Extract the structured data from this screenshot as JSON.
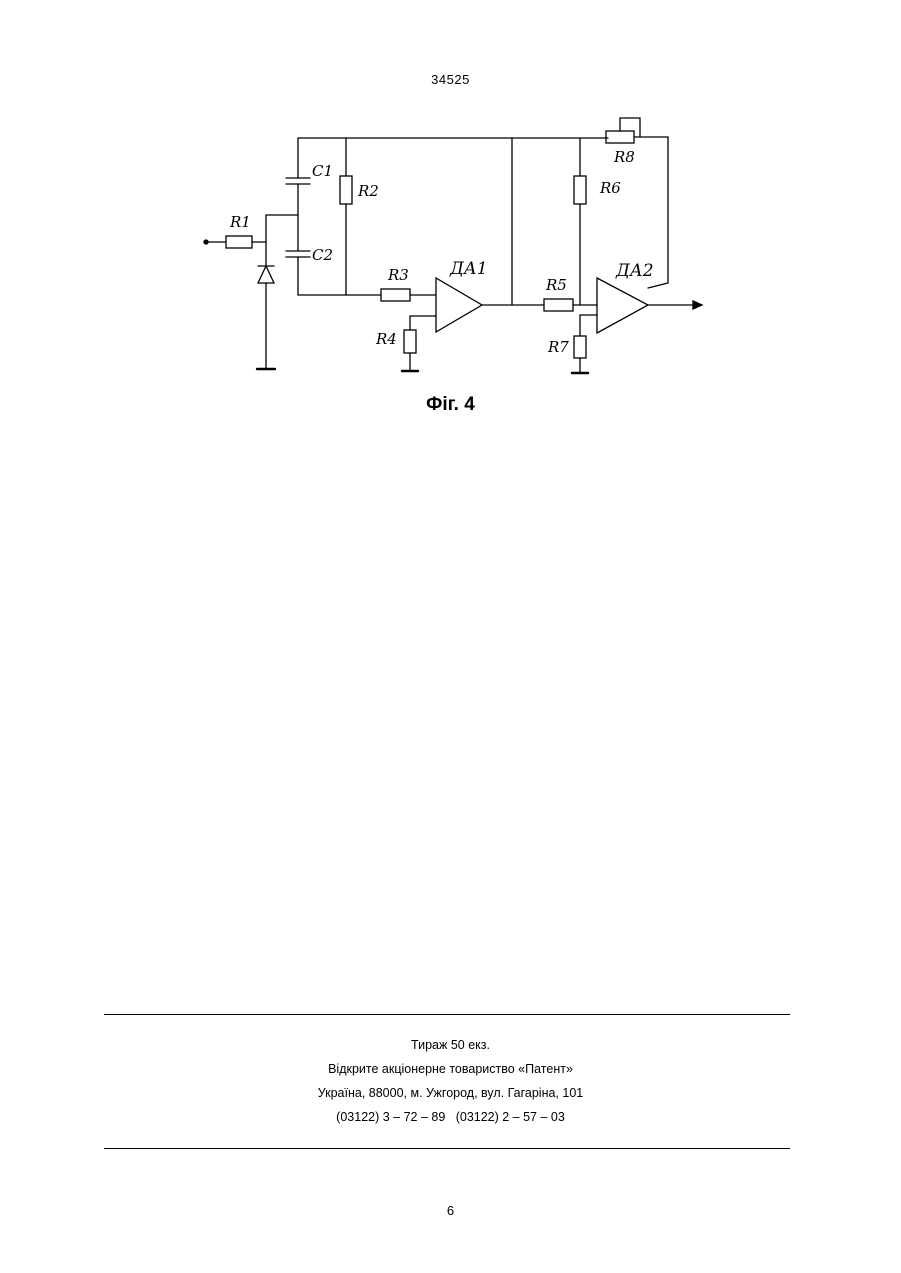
{
  "header": {
    "doc_number": "34525"
  },
  "figure": {
    "caption": "Фіг. 4",
    "labels": {
      "r1": "R1",
      "r2": "R2",
      "r3": "R3",
      "r4": "R4",
      "r5": "R5",
      "r6": "R6",
      "r7": "R7",
      "r8": "R8",
      "c1": "C1",
      "c2": "C2",
      "da1": "ДА1",
      "da2": "ДА2"
    }
  },
  "imprint": {
    "circulation": "Тираж 50 екз.",
    "publisher": "Відкрите акціонерне товариство «Патент»",
    "address": "Україна, 88000, м. Ужгород, вул. Гагаріна, 101",
    "phones": "(03122) 3 – 72 – 89   (03122) 2 – 57 – 03"
  },
  "footer": {
    "page_number": "6"
  }
}
